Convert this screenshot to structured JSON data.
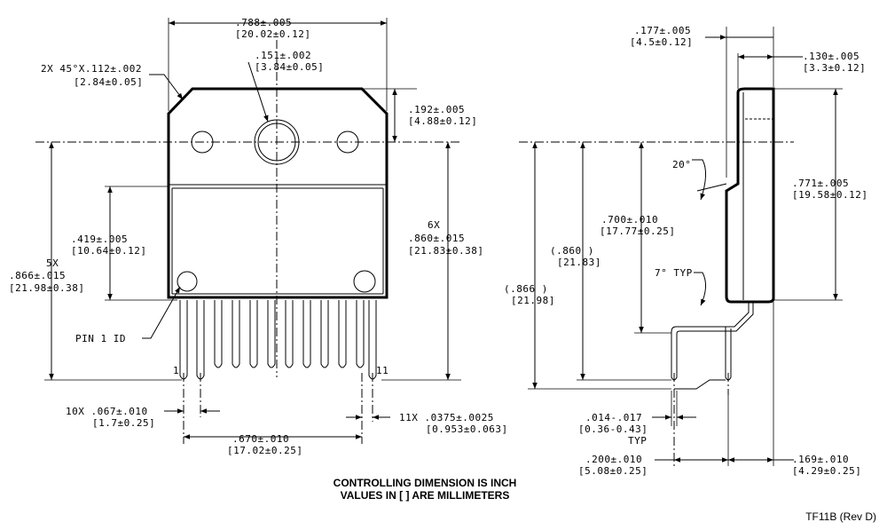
{
  "front_view": {
    "width": ".788±.005",
    "width_mm": "[20.02±0.12]",
    "chamfer": "2X 45°X.112±.002",
    "chamfer_mm": "[2.84±0.05]",
    "hole_dia": ".151±.002",
    "hole_dia_mm": "[3.84±0.05]",
    "hole_center": ".192±.005",
    "hole_center_mm": "[4.88±0.12]",
    "body_h_count": "6X",
    "body_h": ".860±.015",
    "body_h_mm": "[21.83±0.38]",
    "tab_h": ".419±.005",
    "tab_h_mm": "[10.64±0.12]",
    "overall_count": "5X",
    "overall": ".866±.015",
    "overall_mm": "[21.98±0.38]",
    "pin1_label": "PIN 1 ID",
    "pin_first": "1",
    "pin_last": "11",
    "lead_w": "10X .067±.010",
    "lead_w_mm": "[1.7±0.25]",
    "lead_pitch": "11X .0375±.0025",
    "lead_pitch_mm": "[0.953±0.063]",
    "lead_span": ".670±.010",
    "lead_span_mm": "[17.02±0.25]"
  },
  "side_view": {
    "thick": ".177±.005",
    "thick_mm": "[4.5±0.12]",
    "tab_t": ".130±.005",
    "tab_t_mm": "[3.3±0.12]",
    "angle_top": "20°",
    "height": ".771±.005",
    "height_mm": "[19.58±0.12]",
    "lead_h": ".700±.010",
    "lead_h_mm": "[17.77±0.25]",
    "ref_h": "(.860  )",
    "ref_h_mm": "[21.83]",
    "angle_typ": "7° TYP",
    "overall_ref": "(.866  )",
    "overall_ref_mm": "[21.98]",
    "lead_t": ".014-.017",
    "lead_t_mm": "[0.36-0.43]",
    "lead_t_typ": "TYP",
    "lead_offset": ".200±.010",
    "lead_offset_mm": "[5.08±0.25]",
    "right_offset": ".169±.010",
    "right_offset_mm": "[4.29±0.25]"
  },
  "notes": {
    "line1": "CONTROLLING DIMENSION IS INCH",
    "line2": "VALUES IN [ ] ARE MILLIMETERS"
  },
  "revision": "TF11B (Rev D)"
}
